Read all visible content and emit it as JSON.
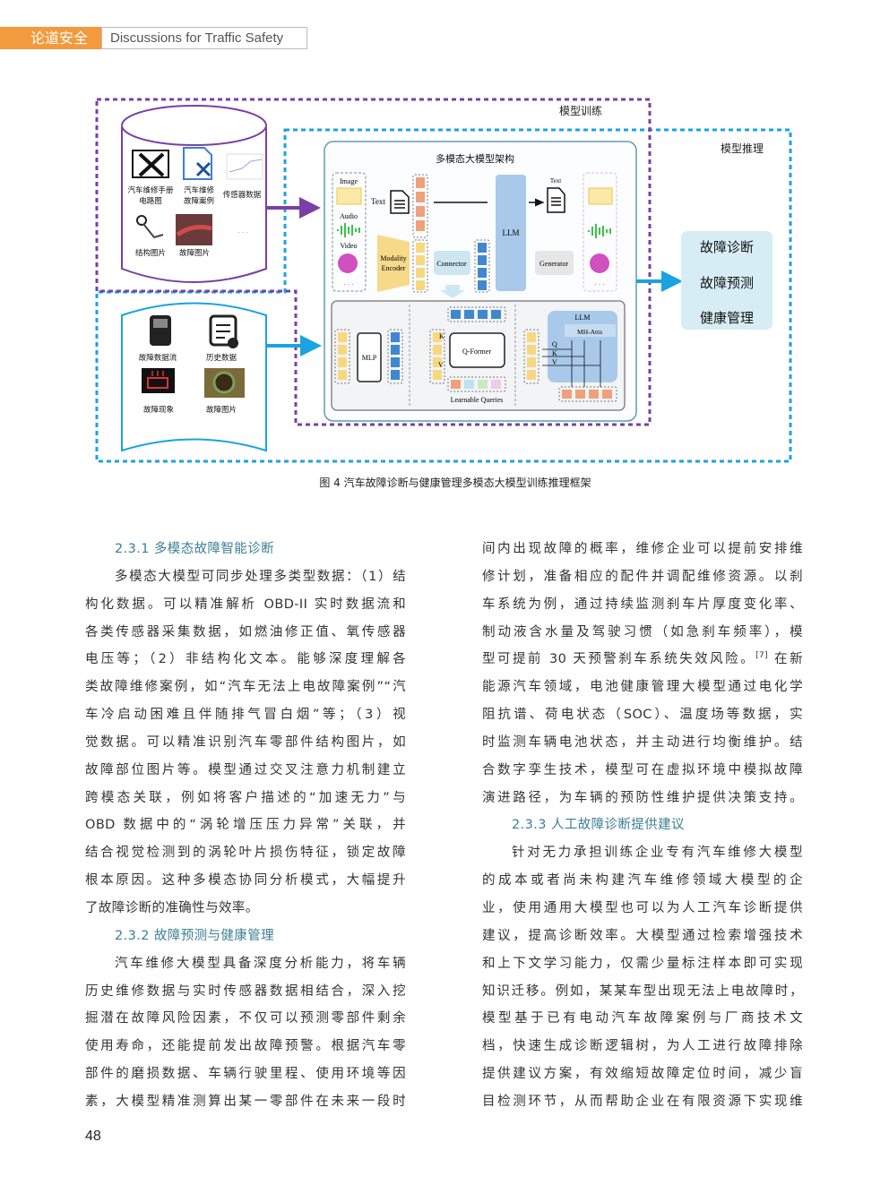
{
  "header": {
    "tag": "论道安全",
    "title": "Discussions for Traffic Safety"
  },
  "figure": {
    "train_label": "模型训练",
    "infer_label": "模型推理",
    "arch_title": "多模态大模型架构",
    "train_data": [
      {
        "label1": "汽车维修手册",
        "label2": "电路图",
        "icon": "repair-manual-icon"
      },
      {
        "label1": "汽车维修",
        "label2": "故障案例",
        "icon": "repair-doc-icon"
      },
      {
        "label1": "传感器数据",
        "label2": "",
        "icon": "sensor-chart-icon"
      },
      {
        "label1": "结构图片",
        "label2": "",
        "icon": "structure-photo"
      },
      {
        "label1": "故障图片",
        "label2": "",
        "icon": "fault-photo"
      },
      {
        "label1": "· · ·",
        "label2": "",
        "icon": "ellipsis"
      }
    ],
    "infer_data": [
      {
        "label": "故障数据流",
        "icon": "scanner-device-icon"
      },
      {
        "label": "历史数据",
        "icon": "history-doc-icon"
      },
      {
        "label": "故障现象",
        "icon": "battery-warning-icon"
      },
      {
        "label": "故障图片",
        "icon": "fault-photo"
      }
    ],
    "arch": {
      "image": "Image",
      "audio": "Audio",
      "video": "Video",
      "text_in": "Text",
      "text_out": "Text",
      "encoder1": "Modality",
      "encoder2": "Encoder",
      "connector": "Connector",
      "llm": "LLM",
      "generator": "Generator",
      "dots": "· · ·",
      "mlp": "MLP",
      "qformer": "Q-Former",
      "learnable": "Learnable Queries",
      "k": "K",
      "v": "V",
      "q": "Q",
      "llm2": "LLM",
      "mhattn": "MH-Attn"
    },
    "outputs": [
      "故障诊断",
      "故障预测",
      "健康管理"
    ],
    "caption": "图 4 汽车故障诊断与健康管理多模态大模型训练推理框架",
    "colors": {
      "purple": "#7a3fa6",
      "blue": "#1aa3e0",
      "orange_token": "#f0a07a",
      "yellow_token": "#f8d77f",
      "blue_token": "#3f88cf"
    }
  },
  "left_column": [
    {
      "type": "head",
      "text": "2.3.1 多模态故障智能诊断"
    },
    {
      "type": "indent",
      "text": "多模态大模型可同步处理多类型数据：（1）结"
    },
    {
      "type": "line",
      "text": "构化数据。可以精准解析 OBD-II 实时数据流和"
    },
    {
      "type": "line",
      "text": "各类传感器采集数据，如燃油修正值、氧传感器"
    },
    {
      "type": "line",
      "text": "电压等；（2）非结构化文本。能够深度理解各"
    },
    {
      "type": "line",
      "text": "类故障维修案例，如“汽车无法上电故障案例”“汽"
    },
    {
      "type": "line",
      "text": "车冷启动困难且伴随排气冒白烟”等；（3）视"
    },
    {
      "type": "line",
      "text": "觉数据。可以精准识别汽车零部件结构图片，如"
    },
    {
      "type": "line",
      "text": "故障部位图片等。模型通过交叉注意力机制建立"
    },
    {
      "type": "line",
      "text": "跨模态关联，例如将客户描述的“加速无力”与"
    },
    {
      "type": "line",
      "text": "OBD 数据中的“涡轮增压压力异常”关联，并"
    },
    {
      "type": "line",
      "text": "结合视觉检测到的涡轮叶片损伤特征，锁定故障"
    },
    {
      "type": "line",
      "text": "根本原因。这种多模态协同分析模式，大幅提升"
    },
    {
      "type": "last",
      "text": "了故障诊断的准确性与效率。"
    },
    {
      "type": "head",
      "text": "2.3.2 故障预测与健康管理"
    },
    {
      "type": "indent",
      "text": "汽车维修大模型具备深度分析能力，将车辆"
    },
    {
      "type": "line",
      "text": "历史维修数据与实时传感器数据相结合，深入挖"
    },
    {
      "type": "line",
      "text": "掘潜在故障风险因素，不仅可以预测零部件剩余"
    },
    {
      "type": "line",
      "text": "使用寿命，还能提前发出故障预警。根据汽车零"
    },
    {
      "type": "line",
      "text": "部件的磨损数据、车辆行驶里程、使用环境等因"
    },
    {
      "type": "line",
      "text": "素，大模型精准测算出某一零部件在未来一段时"
    }
  ],
  "right_column": [
    {
      "type": "line",
      "text": "间内出现故障的概率，维修企业可以提前安排维"
    },
    {
      "type": "line",
      "text": "修计划，准备相应的配件并调配维修资源。以刹"
    },
    {
      "type": "line",
      "text": "车系统为例，通过持续监测刹车片厚度变化率、"
    },
    {
      "type": "line",
      "text": "制动液含水量及驾驶习惯（如急刹车频率），模"
    },
    {
      "type": "line",
      "text": "型可提前 30 天预警刹车系统失效风险。",
      "sup": "[7]",
      "after": " 在新"
    },
    {
      "type": "line",
      "text": "能源汽车领域，电池健康管理大模型通过电化学"
    },
    {
      "type": "line",
      "text": "阻抗谱、荷电状态（SOC）、温度场等数据，实"
    },
    {
      "type": "line",
      "text": "时监测车辆电池状态，并主动进行均衡维护。结"
    },
    {
      "type": "line",
      "text": "合数字孪生技术，模型可在虚拟环境中模拟故障"
    },
    {
      "type": "line",
      "text": "演进路径，为车辆的预防性维护提供决策支持。"
    },
    {
      "type": "head",
      "text": "2.3.3 人工故障诊断提供建议"
    },
    {
      "type": "indent",
      "text": "针对无力承担训练企业专有汽车维修大模型"
    },
    {
      "type": "line",
      "text": "的成本或者尚未构建汽车维修领域大模型的企"
    },
    {
      "type": "line",
      "text": "业，使用通用大模型也可以为人工汽车诊断提供"
    },
    {
      "type": "line",
      "text": "建议，提高诊断效率。大模型通过检索增强技术"
    },
    {
      "type": "line",
      "text": "和上下文学习能力，仅需少量标注样本即可实现"
    },
    {
      "type": "line",
      "text": "知识迁移。例如，某某车型出现无法上电故障时，"
    },
    {
      "type": "line",
      "text": "模型基于已有电动汽车故障案例与厂商技术文"
    },
    {
      "type": "line",
      "text": "档，快速生成诊断逻辑树，为人工进行故障排除"
    },
    {
      "type": "line",
      "text": "提供建议方案，有效缩短故障定位时间，减少盲"
    },
    {
      "type": "line",
      "text": "目检测环节，从而帮助企业在有限资源下实现维"
    }
  ],
  "page_number": "48"
}
